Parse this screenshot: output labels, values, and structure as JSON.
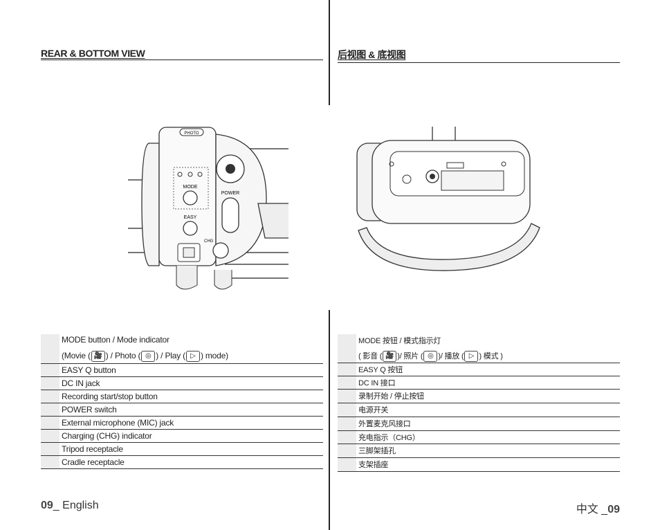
{
  "left": {
    "heading": "REAR & BOTTOM VIEW",
    "items": [
      {
        "line1": "MODE button / Mode indicator",
        "line2_a": "(Movie (",
        "line2_b": ") / Photo (",
        "line2_c": ") / Play (",
        "line2_d": ") mode)"
      },
      {
        "text": "EASY Q button"
      },
      {
        "text": "DC IN jack"
      },
      {
        "text": "Recording start/stop button"
      },
      {
        "text": "POWER switch"
      },
      {
        "text": "External microphone (MIC) jack"
      },
      {
        "text": "Charging (CHG) indicator"
      },
      {
        "text": "Tripod receptacle"
      },
      {
        "text": "Cradle receptacle"
      }
    ],
    "footer_page": "09",
    "footer_lang": "_ English"
  },
  "right": {
    "heading": "后视图 & 底视图",
    "items": [
      {
        "line1": "MODE 按钮 / 模式指示灯",
        "line2_a": "( 影音 (",
        "line2_b": ")/ 照片 (",
        "line2_c": ")/ 播放 (",
        "line2_d": ") 模式 )"
      },
      {
        "text": "EASY Q  按钮"
      },
      {
        "text": "DC IN  接口"
      },
      {
        "text": "录制开始 / 停止按钮"
      },
      {
        "text": "电源开关"
      },
      {
        "text": "外置麦克风接口"
      },
      {
        "text": "充电指示（CHG）"
      },
      {
        "text": "三脚架插孔"
      },
      {
        "text": "支架插座"
      }
    ],
    "footer_lang": "中文 _",
    "footer_page": "09"
  },
  "figure_labels": {
    "photo": "PHOTO",
    "mode": "MODE",
    "easy": "EASY",
    "power": "POWER",
    "chg": "CHG"
  },
  "icons": {
    "movie": "movie-camera-icon",
    "photo": "camera-icon",
    "play": "play-icon"
  }
}
